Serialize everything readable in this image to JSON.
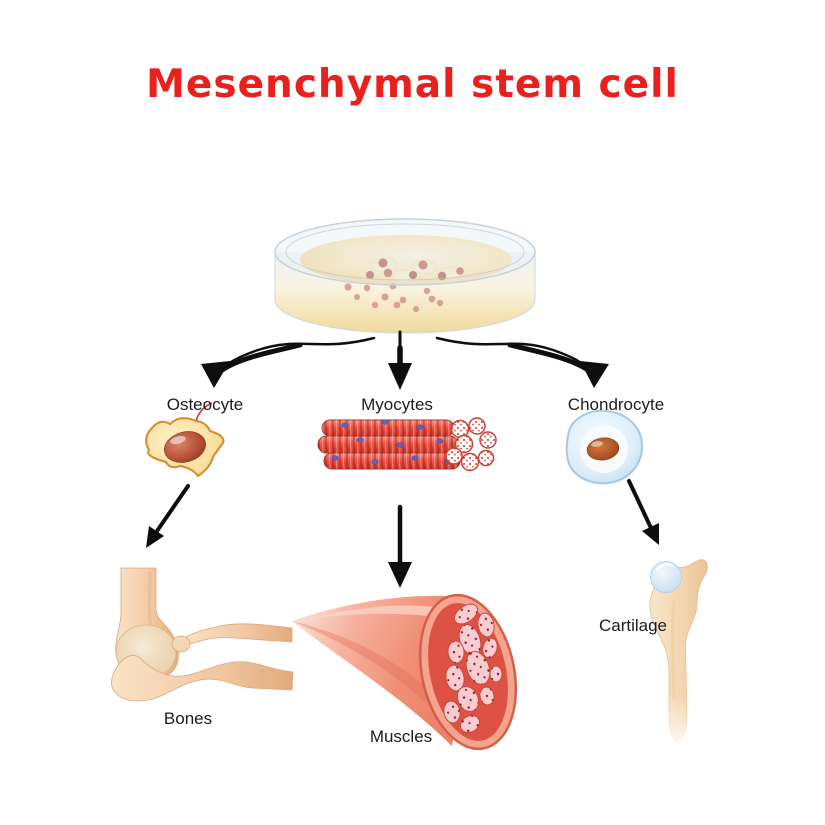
{
  "title": {
    "text": "Mesenchymal stem cell"
  },
  "diagram": {
    "source": {
      "label": "petri-dish-with-stem-cells"
    },
    "cells": [
      {
        "id": "osteocyte",
        "label": "Osteocyte"
      },
      {
        "id": "myocytes",
        "label": "Myocytes"
      },
      {
        "id": "chondrocyte",
        "label": "Chondrocyte"
      }
    ],
    "tissues": [
      {
        "id": "bones",
        "label": "Bones"
      },
      {
        "id": "muscles",
        "label": "Muscles"
      },
      {
        "id": "cartilage",
        "label": "Cartilage"
      }
    ]
  },
  "colors": {
    "background": "#ffffff",
    "title_red": "#ea201c",
    "label_black": "#1c1c1c",
    "arrow_black": "#0e0e0e",
    "dish_glass": "#e9f0f4",
    "dish_medium": "#f3bf62",
    "stem_cell_dark_red": "#a5311d",
    "stem_cell_light_pink": "#d4948b",
    "osteocyte_body": "#f9dd95",
    "osteocyte_nucleus": "#b04a2e",
    "myocyte_red": "#e84b3a",
    "myocyte_nucleus_blue": "#5566c8",
    "chondrocyte_blue": "#d4e7f5",
    "chondrocyte_nucleus": "#b05a2a",
    "bone_cream": "#f2c9a4",
    "muscle_salmon": "#f0907a",
    "fascicle_pink": "#f9ccd2",
    "cartilage_blue": "#cfe3f3"
  }
}
